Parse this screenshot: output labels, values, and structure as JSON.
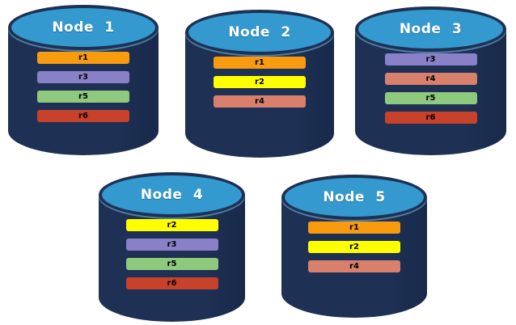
{
  "diagram": {
    "description": "Five database node cylinders showing replicated record placement",
    "background": "#FFFFFF",
    "colors": {
      "cylinder_body": "#1E3154",
      "cylinder_top": "#3399CE",
      "title_text": "#FFFFFF",
      "record_text": "#000000"
    },
    "record_colors": {
      "r1": "#F89B0E",
      "r2": "#FFFF00",
      "r3": "#8A80C8",
      "r4": "#D9806C",
      "r5": "#8FC97E",
      "r6": "#C7412B"
    },
    "nodes": [
      {
        "title": "Node 1",
        "records": [
          "r1",
          "r3",
          "r5",
          "r6"
        ]
      },
      {
        "title": "Node 2",
        "records": [
          "r1",
          "r2",
          "r4"
        ]
      },
      {
        "title": "Node 3",
        "records": [
          "r3",
          "r4",
          "r5",
          "r6"
        ]
      },
      {
        "title": "Node 4",
        "records": [
          "r2",
          "r3",
          "r5",
          "r6"
        ]
      },
      {
        "title": "Node 5",
        "records": [
          "r1",
          "r2",
          "r4"
        ]
      }
    ]
  }
}
